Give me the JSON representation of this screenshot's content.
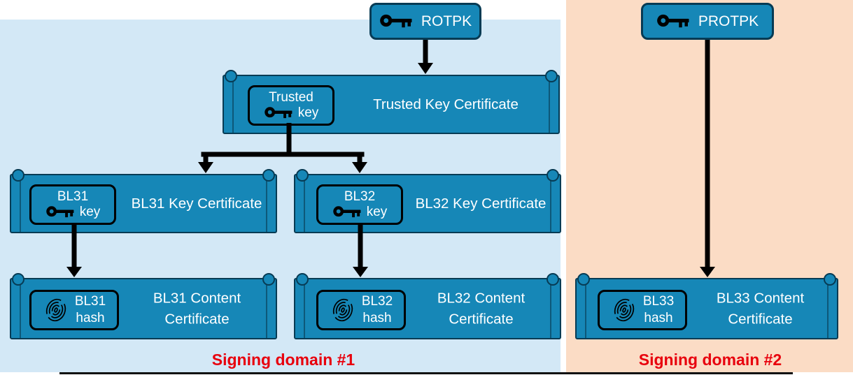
{
  "palette": {
    "domain1_bg": "#d3e8f6",
    "domain2_bg": "#fbdcc5",
    "node_fill": "#1687b7",
    "node_border": "#073b54",
    "badge_border": "#000000",
    "node_text": "#ffffff",
    "domain_label_color": "#e8000d",
    "arrow_color": "#000000"
  },
  "root_keys": {
    "rotpk": {
      "label": "ROTPK",
      "icon": "key-icon"
    },
    "protpk": {
      "label": "PROTPK",
      "icon": "key-icon"
    }
  },
  "certificates": {
    "trusted_key": {
      "title": "Trusted Key Certificate",
      "badge": {
        "icon": "key-icon",
        "line1": "Trusted",
        "line2": "key"
      }
    },
    "bl31_key": {
      "title": "BL31 Key Certificate",
      "badge": {
        "icon": "key-icon",
        "line1": "BL31",
        "line2": "key"
      }
    },
    "bl32_key": {
      "title": "BL32 Key Certificate",
      "badge": {
        "icon": "key-icon",
        "line1": "BL32",
        "line2": "key"
      }
    },
    "bl31_content": {
      "title_line1": "BL31 Content",
      "title_line2": "Certificate",
      "badge": {
        "icon": "fingerprint-icon",
        "line1": "BL31",
        "line2": "hash"
      }
    },
    "bl32_content": {
      "title_line1": "BL32 Content",
      "title_line2": "Certificate",
      "badge": {
        "icon": "fingerprint-icon",
        "line1": "BL32",
        "line2": "hash"
      }
    },
    "bl33_content": {
      "title_line1": "BL33 Content",
      "title_line2": "Certificate",
      "badge": {
        "icon": "fingerprint-icon",
        "line1": "BL33",
        "line2": "hash"
      }
    }
  },
  "domain_labels": {
    "domain1": "Signing domain #1",
    "domain2": "Signing domain #2"
  }
}
